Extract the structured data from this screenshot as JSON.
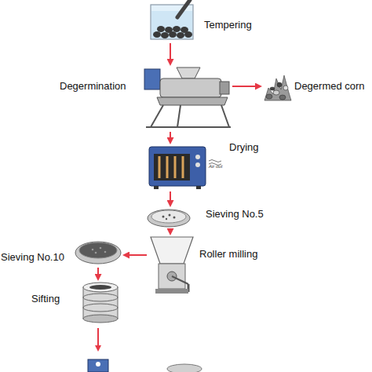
{
  "diagram": {
    "nodes": [
      {
        "text": [
          "Tempering"
        ]
      },
      {
        "text": [
          "Degermination"
        ]
      },
      {
        "text": [
          "Degermed corn"
        ]
      },
      {
        "text": [
          "Drying"
        ]
      },
      {
        "text": [
          "Sieving No.5"
        ]
      },
      {
        "text": [
          "Roller milling"
        ]
      },
      {
        "text": [
          "Sieving No.10"
        ]
      },
      {
        "text": [
          "Sifting"
        ]
      }
    ],
    "edges": [
      {
        "from": 0,
        "to": 1,
        "arrow": "to"
      },
      {
        "from": 1,
        "to": 2,
        "arrow": "to"
      },
      {
        "from": 1,
        "to": 3,
        "arrow": "to"
      },
      {
        "from": 3,
        "to": 4,
        "arrow": "to"
      },
      {
        "from": 4,
        "to": 5,
        "arrow": "to"
      },
      {
        "from": 5,
        "to": 6,
        "arrow": "to"
      },
      {
        "from": 6,
        "to": 7,
        "arrow": "to"
      }
    ],
    "labels": [
      "Air out"
    ]
  }
}
